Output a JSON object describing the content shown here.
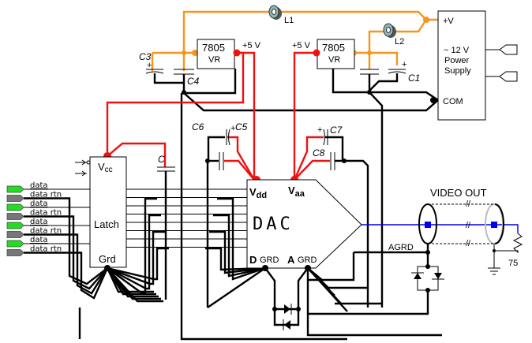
{
  "diagram": {
    "title": "DAC video output circuit with split digital/analog supplies",
    "colors": {
      "unregulated_supply": "#f7941d",
      "regulated_5v": "#ee1111",
      "video_signal": "#0000dd",
      "data_connector": "#22dd22",
      "return_connector": "#777777",
      "ferrite": "#8fb6b6"
    },
    "components": {
      "L1": "L1",
      "L2": "L2",
      "reg_left": {
        "part": "7805",
        "type": "VR",
        "output": "+5 V"
      },
      "reg_right": {
        "part": "7805",
        "type": "VR",
        "output": "+5 V"
      },
      "C1": "C1",
      "C3": "C3",
      "C4": "C4",
      "C5": "C5",
      "C6": "C6",
      "C7": "C7",
      "C8": "C8",
      "C": "C",
      "plus": "+"
    },
    "power_supply": {
      "vplus": "+V",
      "line1": "~ 12 V",
      "line2": "Power",
      "line3": "Supply",
      "com": "COM"
    },
    "latch": {
      "vcc": "V",
      "vcc_sub": "cc",
      "name": "Latch",
      "grd": "Grd"
    },
    "dac": {
      "name": "DAC",
      "vdd": "V",
      "vdd_sub": "dd",
      "vaa": "V",
      "vaa_sub": "aa",
      "dgrd_prefix": "D",
      "dgrd": "GRD",
      "agrd_prefix": "A",
      "agrd": "GRD"
    },
    "inputs": [
      {
        "label": "data",
        "kind": "data"
      },
      {
        "label": "data rtn",
        "kind": "return"
      },
      {
        "label": "data",
        "kind": "data"
      },
      {
        "label": "data rtn",
        "kind": "return"
      },
      {
        "label": "data",
        "kind": "data"
      },
      {
        "label": "data rtn",
        "kind": "return"
      },
      {
        "label": "data",
        "kind": "data"
      },
      {
        "label": "data rtn",
        "kind": "return"
      }
    ],
    "output": {
      "title": "VIDEO OUT",
      "agrd": "AGRD",
      "termination": "75"
    }
  }
}
